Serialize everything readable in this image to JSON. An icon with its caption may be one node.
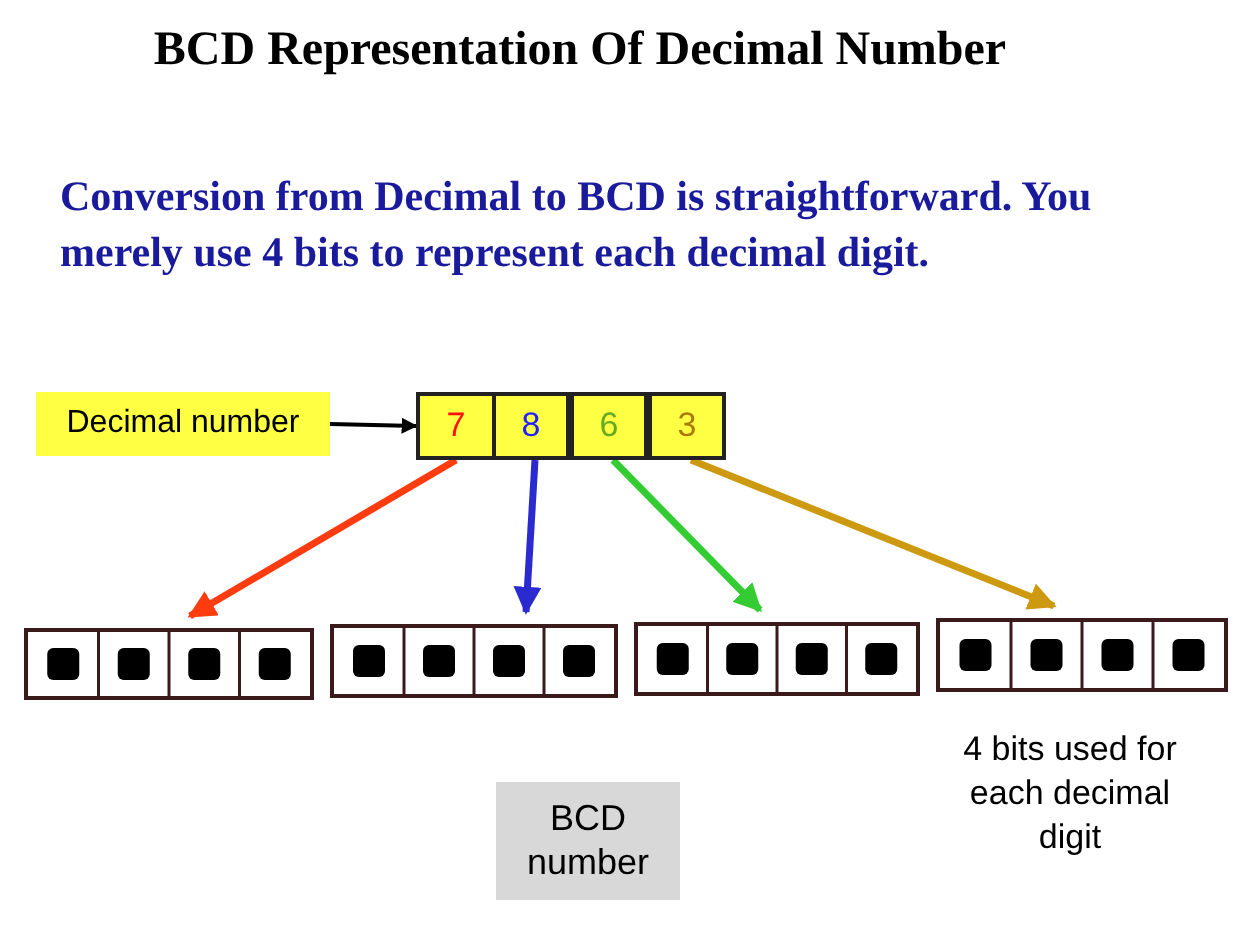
{
  "diagram": {
    "title": "BCD Representation Of Decimal Number",
    "nodes": [
      {
        "text": [
          "Decimal number"
        ]
      },
      {
        "text": [
          "7"
        ]
      },
      {
        "text": [
          "8"
        ]
      },
      {
        "text": [
          "6"
        ]
      },
      {
        "text": [
          "3"
        ]
      },
      {
        "text": [],
        "shape": "box"
      },
      {
        "text": [],
        "shape": "box"
      },
      {
        "text": [],
        "shape": "box"
      },
      {
        "text": [],
        "shape": "box"
      },
      {
        "text": [
          "BCD number"
        ]
      }
    ],
    "edges": [
      {
        "from": 0,
        "to": 1,
        "arrow": "to"
      },
      {
        "from": 1,
        "to": 5,
        "arrow": "to",
        "color": "#ff3b10"
      },
      {
        "from": 2,
        "to": 6,
        "arrow": "to",
        "color": "#2a2ad0"
      },
      {
        "from": 3,
        "to": 7,
        "arrow": "to",
        "color": "#33cc33"
      },
      {
        "from": 4,
        "to": 8,
        "arrow": "to",
        "color": "#cc9910"
      }
    ],
    "labels": [
      "Conversion from Decimal to BCD is straightforward. You merely use 4 bits to represent each decimal digit.",
      "4 bits used for each decimal digit"
    ]
  }
}
